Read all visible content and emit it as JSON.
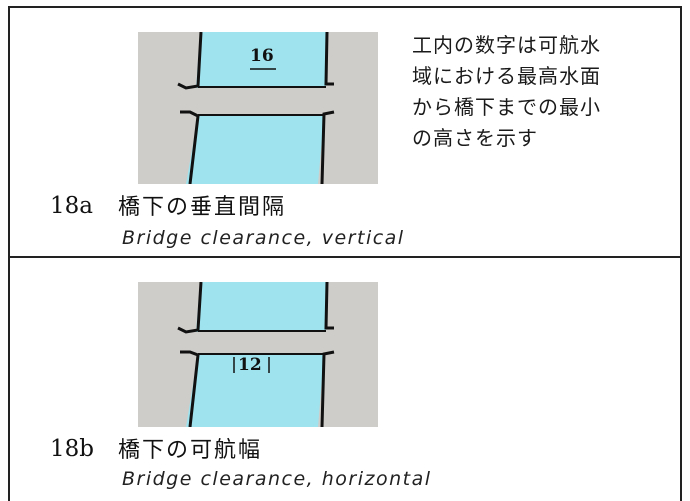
{
  "entries": [
    {
      "code": "18a",
      "title_ja": "橋下の垂直間隔",
      "title_en": "Bridge clearance, vertical",
      "figure_label": "16",
      "note": "内の数字は可航水域における最高水面から橋下までの最小の高さを示す",
      "note_lines": [
        "内の数字は可航水",
        "域における最高水面",
        "から橋下までの最小",
        "の高さを示す"
      ],
      "note_mark": "工"
    },
    {
      "code": "18b",
      "title_ja": "橋下の可航幅",
      "title_en": "Bridge clearance, horizontal",
      "figure_label": "12"
    }
  ],
  "colors": {
    "water": "#9fe3ee",
    "background": "#cfcdca",
    "ink": "#111111"
  }
}
